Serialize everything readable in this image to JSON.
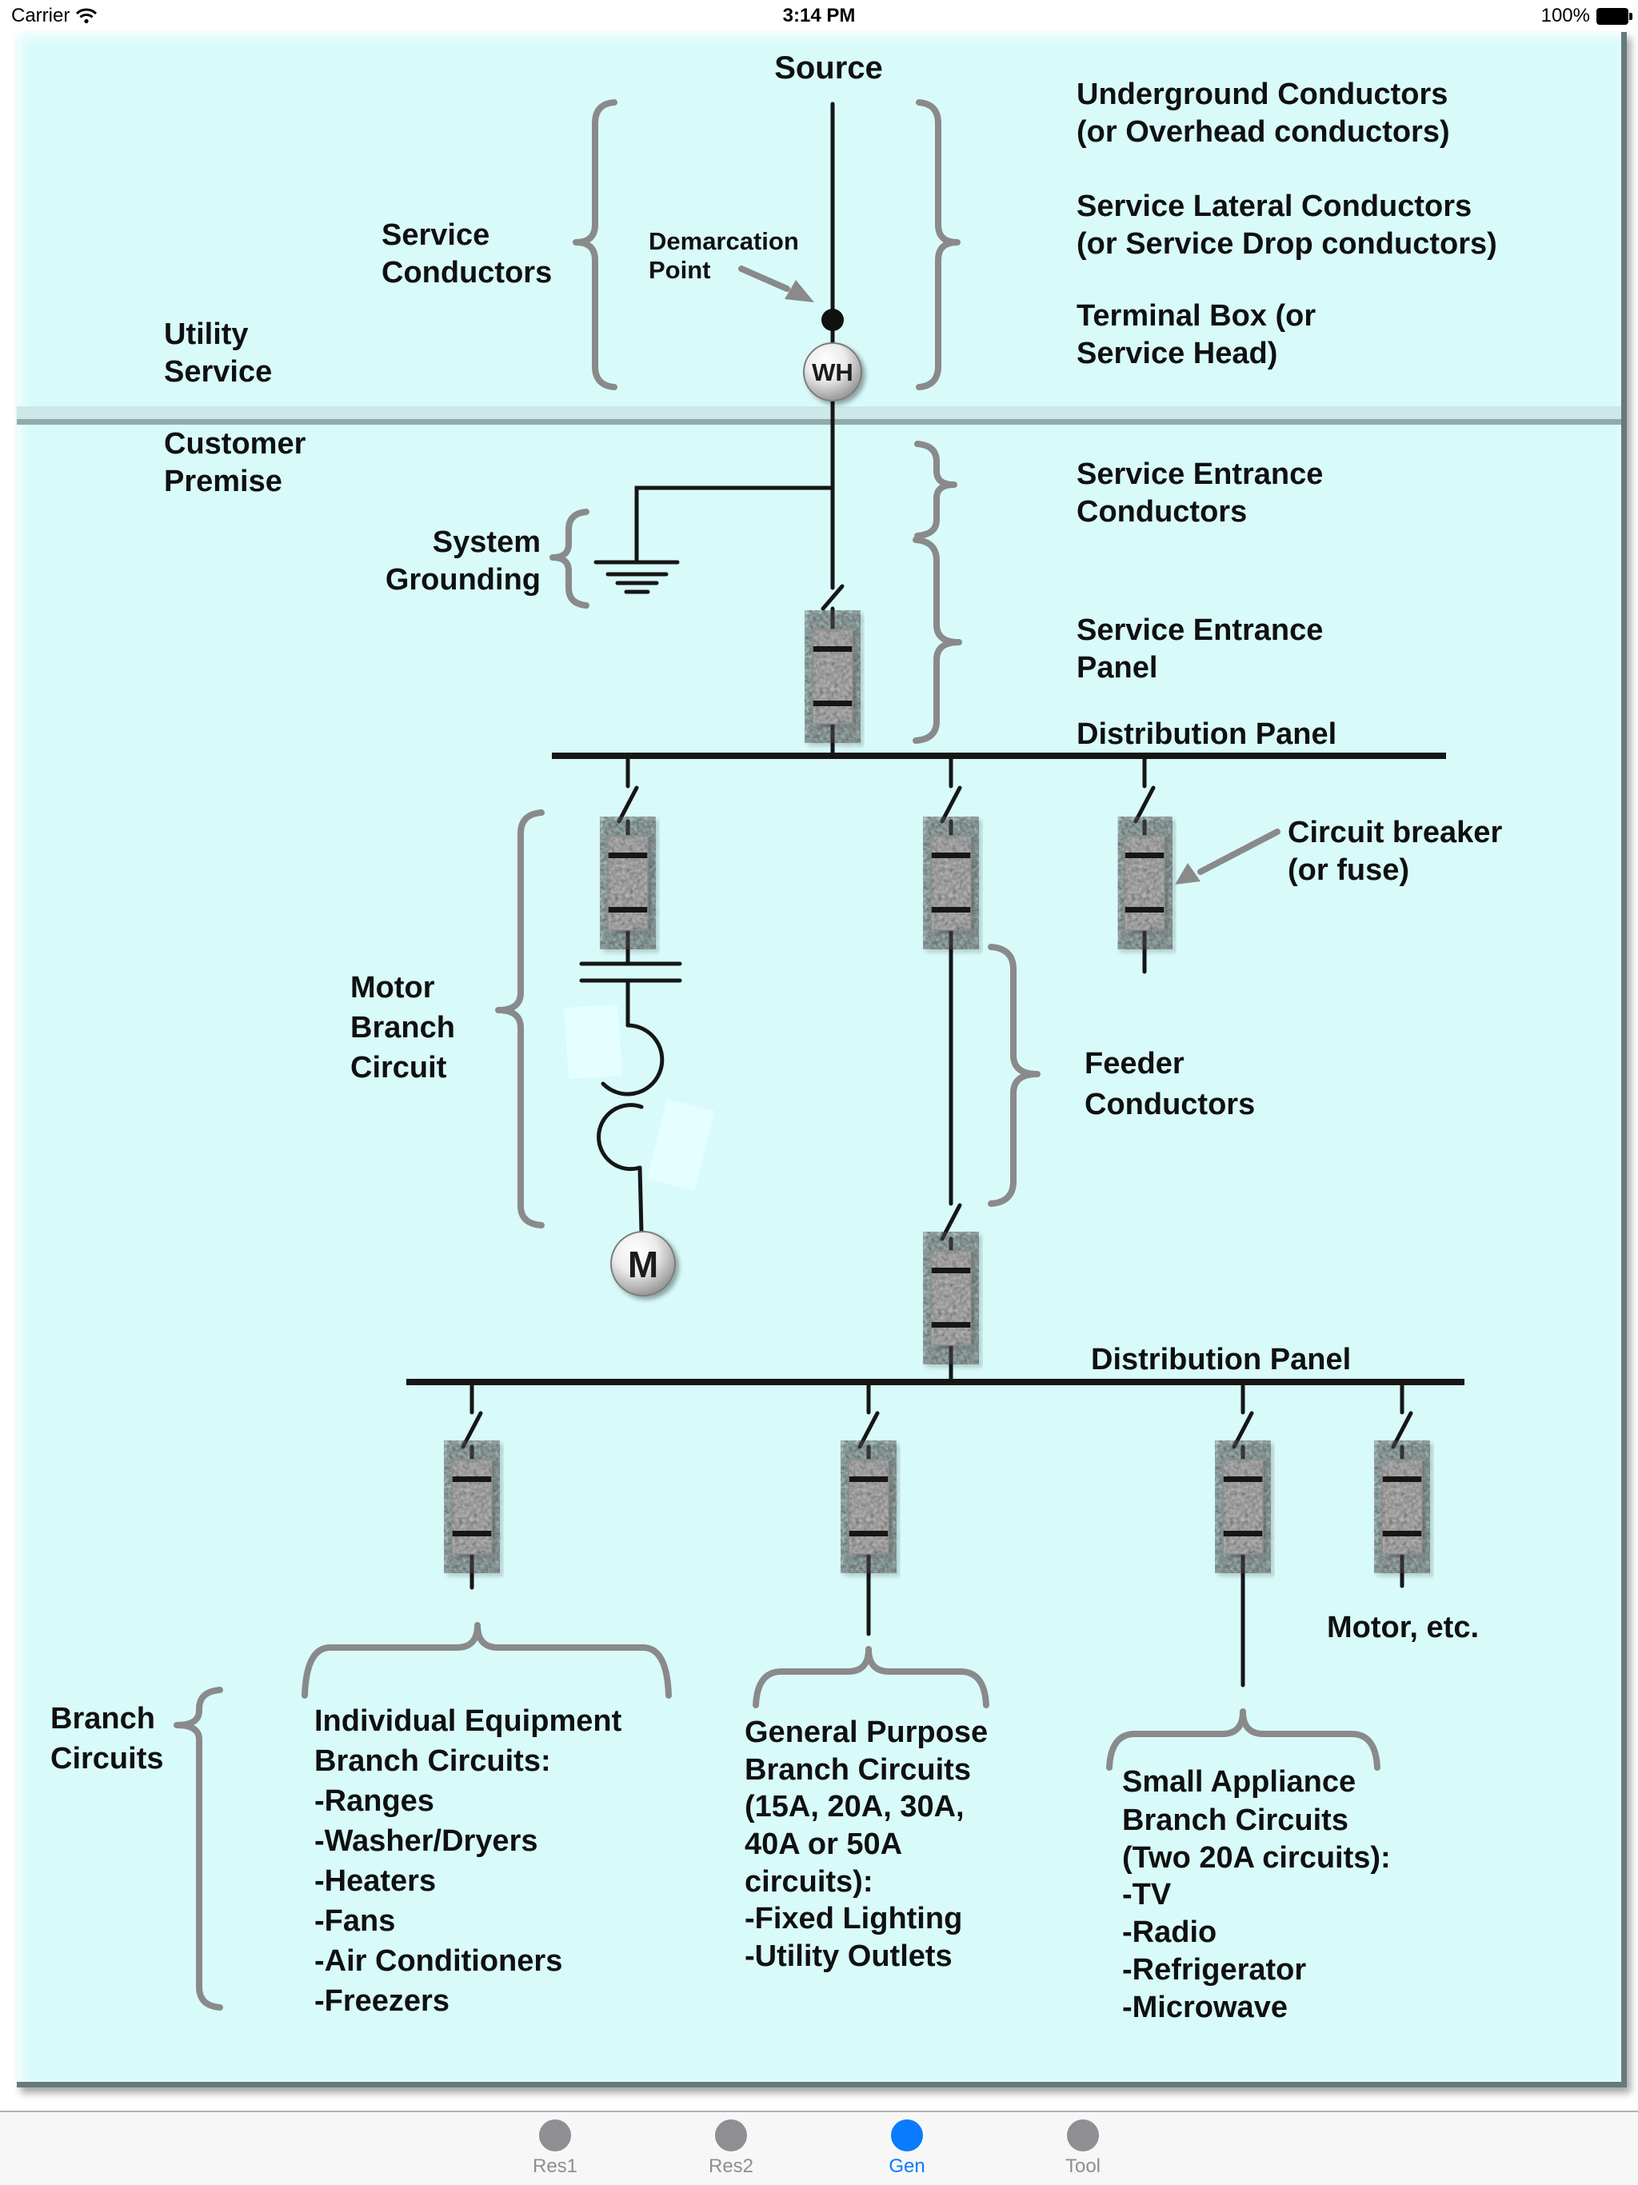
{
  "status_bar": {
    "carrier": "Carrier",
    "time": "3:14 PM",
    "battery_percent": "100%"
  },
  "diagram": {
    "source": "Source",
    "wh_meter": "WH",
    "motor": "M",
    "labels": {
      "service_conductors": [
        "Service",
        "Conductors"
      ],
      "demarcation_point": [
        "Demarcation",
        "Point"
      ],
      "utility_service": [
        "Utility",
        "Service"
      ],
      "customer_premise": [
        "Customer",
        "Premise"
      ],
      "system_grounding": [
        "System",
        "Grounding"
      ],
      "underground": [
        "Underground Conductors",
        "(or Overhead conductors)"
      ],
      "service_lateral": [
        "Service Lateral Conductors",
        "(or Service Drop conductors)"
      ],
      "terminal_box": [
        "Terminal Box (or",
        "Service Head)"
      ],
      "service_entrance_conductors": [
        "Service Entrance",
        "Conductors"
      ],
      "service_entrance_panel": [
        "Service Entrance",
        "Panel"
      ],
      "distribution_panel_upper": "Distribution Panel",
      "circuit_breaker": [
        "Circuit breaker",
        "(or fuse)"
      ],
      "motor_branch_circuit": [
        "Motor",
        "Branch",
        "Circuit"
      ],
      "feeder_conductors": [
        "Feeder",
        "Conductors"
      ],
      "distribution_panel_lower": "Distribution Panel",
      "motor_etc": "Motor, etc.",
      "branch_circuits": [
        "Branch",
        "Circuits"
      ]
    },
    "branch_lists": {
      "individual": [
        "Individual Equipment",
        "Branch Circuits:",
        "-Ranges",
        "-Washer/Dryers",
        "-Heaters",
        "-Fans",
        "-Air Conditioners",
        "-Freezers"
      ],
      "general": [
        "General Purpose",
        "Branch Circuits",
        "(15A, 20A, 30A,",
        "40A or 50A",
        "circuits):",
        "-Fixed Lighting",
        "-Utility Outlets"
      ],
      "small_appliance": [
        "Small Appliance",
        "Branch Circuits",
        "(Two 20A circuits):",
        "-TV",
        "-Radio",
        "-Refrigerator",
        "-Microwave"
      ]
    },
    "colors": {
      "background": "#d8fbfa",
      "line": "#161616",
      "brace": "#8a8a8a",
      "divider_band": "#cde8e8",
      "divider_line": "#90abab"
    }
  },
  "tab_bar": {
    "tabs": [
      {
        "label": "Res1",
        "active": false
      },
      {
        "label": "Res2",
        "active": false
      },
      {
        "label": "Gen",
        "active": true
      },
      {
        "label": "Tool",
        "active": false
      }
    ],
    "active_color": "#0a7aff",
    "inactive_color": "#8e8e93"
  }
}
